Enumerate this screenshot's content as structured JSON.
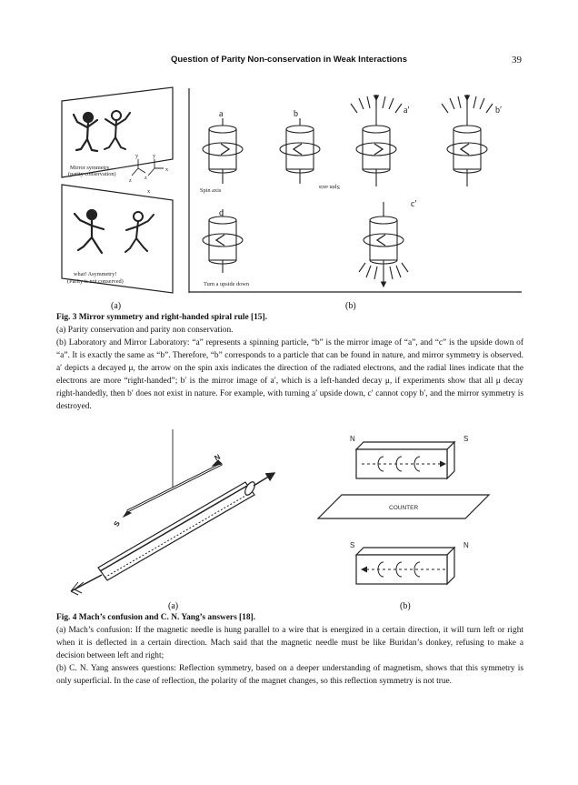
{
  "header": {
    "title": "Question of Parity Non-conservation in Weak Interactions",
    "page_number": "39"
  },
  "figure3": {
    "panel_a": {
      "upper_text": [
        "Mirror symmetry",
        "(parity conservation)"
      ],
      "lower_text": [
        "what! Asymmetry!",
        "(Parity is not conserved)"
      ],
      "axis_labels": {
        "x": "x",
        "y": "y",
        "z": "z"
      },
      "label": "(a)"
    },
    "panel_b": {
      "cyl_labels": {
        "a": "a",
        "b": "b",
        "c": "c",
        "a_prime": "a′",
        "b_prime": "b′",
        "c_prime": "c′"
      },
      "spin_axis": "Spin axis",
      "spin_axis_mirrored": "Spin axis",
      "upside_down": "Turn a upside down",
      "label": "(b)"
    },
    "caption": {
      "head": "Fig. 3    Mirror symmetry and right-handed spiral rule [15].",
      "lines": [
        "(a) Parity conservation and parity non conservation.",
        "(b) Laboratory and Mirror Laboratory: “a” represents a spinning particle, “b” is the mirror image of “a”, and “c” is the upside down of “a”. It is exactly the same as “b”. Therefore, “b” corresponds to a particle that can be found in nature, and mirror symmetry is observed. a′ depicts a decayed μ, the arrow on the spin axis indicates the direction of the radiated electrons, and the radial lines indicate that the electrons are more “right-handed”; b′ is the mirror image of a′, which is a left-handed decay μ, if experiments show that all μ decay right-handedly, then b′ does not exist in nature. For example, with turning a′ upside down, c′ cannot copy b′, and the mirror symmetry is destroyed."
      ]
    }
  },
  "figure4": {
    "panel_a": {
      "n_label": "N",
      "s_label": "S",
      "label": "(a)"
    },
    "panel_b": {
      "top_magnet": {
        "left": "N",
        "right": "S"
      },
      "counter": "COUNTER",
      "bottom_magnet": {
        "left": "S",
        "right": "N"
      },
      "label": "(b)"
    },
    "caption": {
      "head": "Fig. 4    Mach’s confusion and C. N. Yang’s answers [18].",
      "lines": [
        "(a) Mach’s confusion: If the magnetic needle is hung parallel to a wire that is energized in a certain direction, it will turn left or right when it is deflected in a certain direction. Mach said that the magnetic needle must be like Buridan’s donkey, refusing to make a decision between left and right;",
        "(b) C. N. Yang answers questions: Reflection symmetry, based on a deeper understanding of magnetism, shows that this symmetry is only superficial. In the case of reflection, the polarity of the magnet changes, so this reflection symmetry is not true."
      ]
    }
  }
}
